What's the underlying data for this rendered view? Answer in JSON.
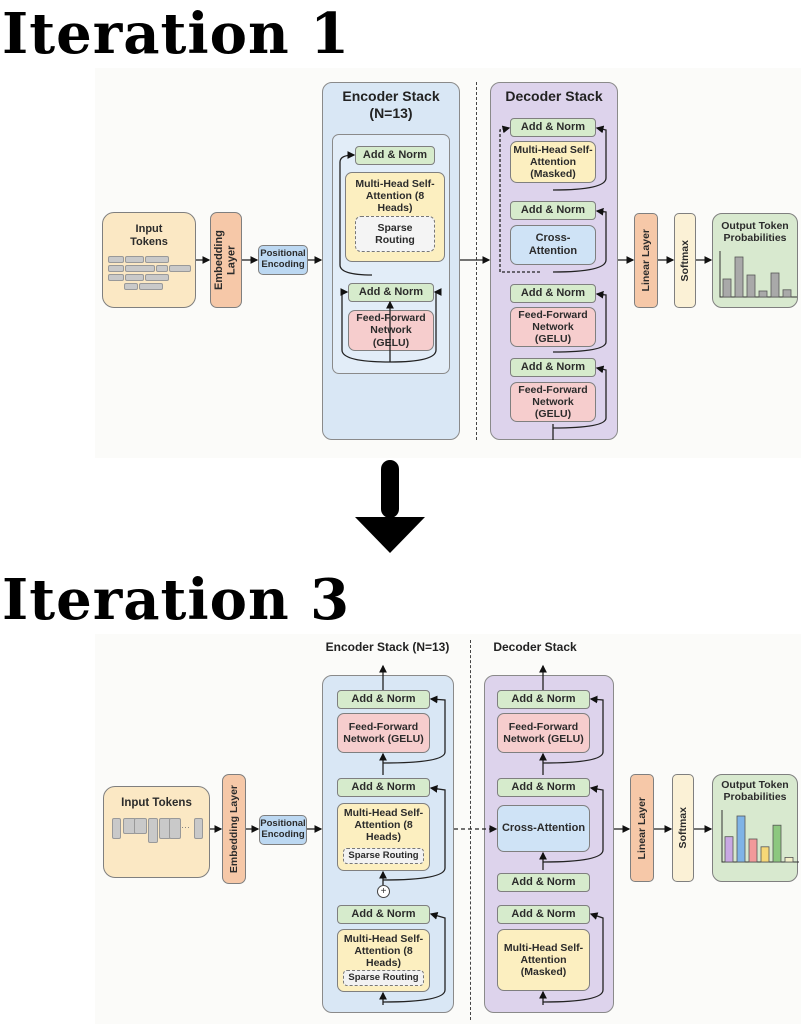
{
  "iteration1": {
    "title": "Iteration 1",
    "input_tokens": "Input Tokens",
    "embedding": "Embedding Layer",
    "positional": "Positional Encoding",
    "encoder_title": "Encoder Stack",
    "encoder_n": "(N=13)",
    "enc_add_norm_1": "Add & Norm",
    "enc_mha": "Multi-Head Self-Attention (8 Heads)",
    "enc_sparse": "Sparse Routing",
    "enc_add_norm_2": "Add & Norm",
    "enc_ffn": "Feed-Forward Network (GELU)",
    "decoder_title": "Decoder Stack",
    "dec_add_norm_1": "Add & Norm",
    "dec_mha": "Multi-Head Self-Attention (Masked)",
    "dec_add_norm_2": "Add & Norm",
    "dec_cross": "Cross-Attention",
    "dec_add_norm_3": "Add & Norm",
    "dec_ffn_1": "Feed-Forward Network (GELU)",
    "dec_add_norm_4": "Add & Norm",
    "dec_ffn_2": "Feed-Forward Network (GELU)",
    "linear": "Linear Layer",
    "softmax": "Softmax",
    "output": "Output Token Probabilities",
    "output_bars": [
      0.45,
      1.0,
      0.55,
      0.15,
      0.6,
      0.18
    ],
    "bar_color": "#a9a9a9"
  },
  "arrow_icon": "down-arrow",
  "iteration3": {
    "title": "Iteration 3",
    "input_tokens": "Input Tokens",
    "ellipsis": "···",
    "embedding": "Embedding Layer",
    "positional": "Positional Encoding",
    "encoder_title": "Encoder Stack (N=13)",
    "enc_add_norm_top": "Add & Norm",
    "enc_ffn": "Feed-Forward Network (GELU)",
    "enc_add_norm_mid": "Add & Norm",
    "enc_mha_1": "Multi-Head Self-Attention (8 Heads)",
    "enc_sparse_1": "Sparse Routing",
    "enc_plus": "+",
    "enc_add_norm_bot": "Add & Norm",
    "enc_mha_2": "Multi-Head Self-Attention (8 Heads)",
    "enc_sparse_2": "Sparse Routing",
    "decoder_title": "Decoder Stack",
    "dec_add_norm_top": "Add & Norm",
    "dec_ffn": "Feed-Forward Network (GELU)",
    "dec_add_norm_mid": "Add & Norm",
    "dec_cross": "Cross-Attention",
    "dec_add_norm_a": "Add & Norm",
    "dec_add_norm_b": "Add & Norm",
    "dec_mha": "Multi-Head Self-Attention (Masked)",
    "linear": "Linear Layer",
    "softmax": "Softmax",
    "output": "Output Token Probabilities",
    "output_bars": [
      0.55,
      1.0,
      0.5,
      0.33,
      0.8,
      0.1
    ],
    "bar_colors": [
      "#c9a8e3",
      "#7fb3e6",
      "#f29a9a",
      "#f6d877",
      "#8cc77f",
      "#f3f0c8"
    ]
  },
  "colors": {
    "input": "#fbe8c4",
    "embedding": "#f6c8a8",
    "positional": "#bcd8f2",
    "encoder": "#d9e7f5",
    "decoder": "#ddd3ec",
    "add_norm": "#d6ebcc",
    "ffn": "#f6cdcd",
    "mha": "#fcefc0",
    "output": "#d8e9cf",
    "softmax": "#fbf1d6"
  }
}
